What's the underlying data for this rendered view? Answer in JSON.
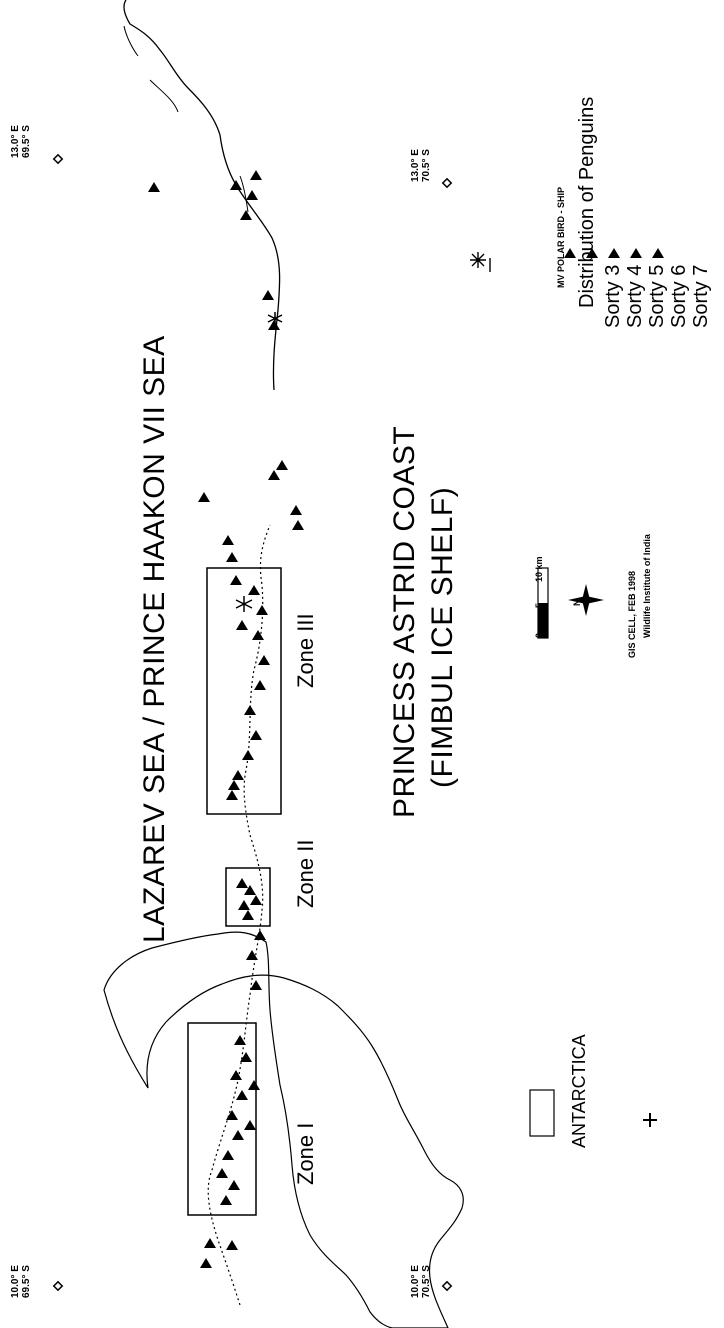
{
  "labels": {
    "sea": "LAZAREV SEA / PRINCE HAAKON VII SEA",
    "coast": "PRINCESS ASTRID COAST",
    "shelf": "(FIMBUL ICE SHELF)",
    "zone1": "Zone I",
    "zone2": "Zone II",
    "zone3": "Zone III"
  },
  "legend": {
    "ship": "MV POLAR BIRD - SHIP",
    "title": "Distribution of Penguins",
    "items": [
      "Sorty 3",
      "Sorty 4",
      "Sorty 5",
      "Sorty 6",
      "Sorty 7"
    ]
  },
  "scale": [
    "0",
    "5",
    "10 km"
  ],
  "north": "N",
  "credit": {
    "gis": "GIS CELL, FEB 1998",
    "org": "Wildlife Institute of India"
  },
  "inset": {
    "label": "ANTARCTICA"
  },
  "coords": {
    "nw": {
      "lon": "10.0° E",
      "lat": "69.5° S"
    },
    "sw": {
      "lon": "10.0° E",
      "lat": "70.5° S"
    },
    "ne": {
      "lon": "13.0° E",
      "lat": "69.5° S"
    },
    "se": {
      "lon": "13.0° E",
      "lat": "70.5° S"
    }
  },
  "colors": {
    "ink": "#000000",
    "background": "#ffffff"
  }
}
